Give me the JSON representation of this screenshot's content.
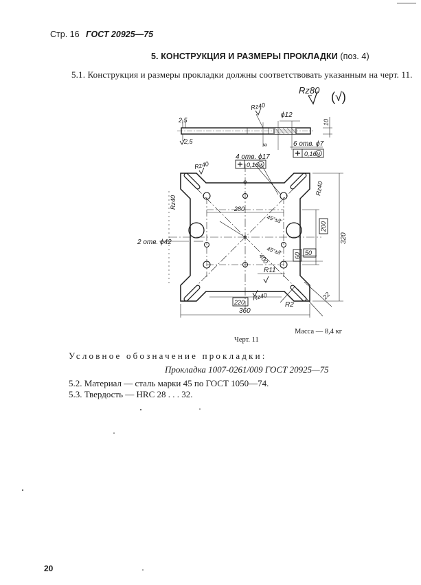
{
  "header": {
    "page_label": "Стр. 16",
    "standard": "ГОСТ 20925—75"
  },
  "section": {
    "title": "5. КОНСТРУКЦИЯ И РАЗМЕРЫ ПРОКЛАДКИ",
    "ref": "(поз. 4)"
  },
  "clause_5_1": "5.1. Конструкция и размеры прокладки должны соответствовать указанным на черт. 11.",
  "roughness": {
    "general": "Rz80",
    "check": "(√)"
  },
  "drawing": {
    "side_view": {
      "rz_top": "Rz40",
      "d12": "ϕ12",
      "thick10": "10",
      "dim6": "6",
      "chamfer_a": "2,5",
      "chamfer_b": "2,5",
      "holes6": "6 отв. ϕ7",
      "tol_sym": "+",
      "tol_val": "0,16",
      "tol_mod": "M"
    },
    "plan_view": {
      "holes4": "4 отв. ϕ17",
      "tol_sym": "+",
      "tol_val": "0,16",
      "tol_mod": "M",
      "rz40_tl": "Rz40",
      "rz40_l": "Rz40",
      "rz40_r": "Rz40",
      "rz40_b": "Rz40",
      "d280": "280",
      "ang_a": "45°±8'",
      "ang_b": "45°±8'",
      "holes2": "2 отв. ϕ42",
      "d200": "200",
      "d320": "320",
      "d400": "400",
      "d50": "50",
      "d60": "60",
      "r11": "R11",
      "d220": "220",
      "r2": "R2",
      "d22": "22",
      "d360": "360"
    }
  },
  "mass": "Масса — 8,4 кг",
  "caption": "Черт. 11",
  "designation_label": "Условное обозначение прокладки:",
  "designation": "Прокладка 1007-0261/009 ГОСТ 20925—75",
  "clause_5_2": "5.2. Материал — сталь марки 45 по ГОСТ 1050—74.",
  "clause_5_3": "5.3. Твердость — HRC 28 . . . 32.",
  "page_number": "20"
}
